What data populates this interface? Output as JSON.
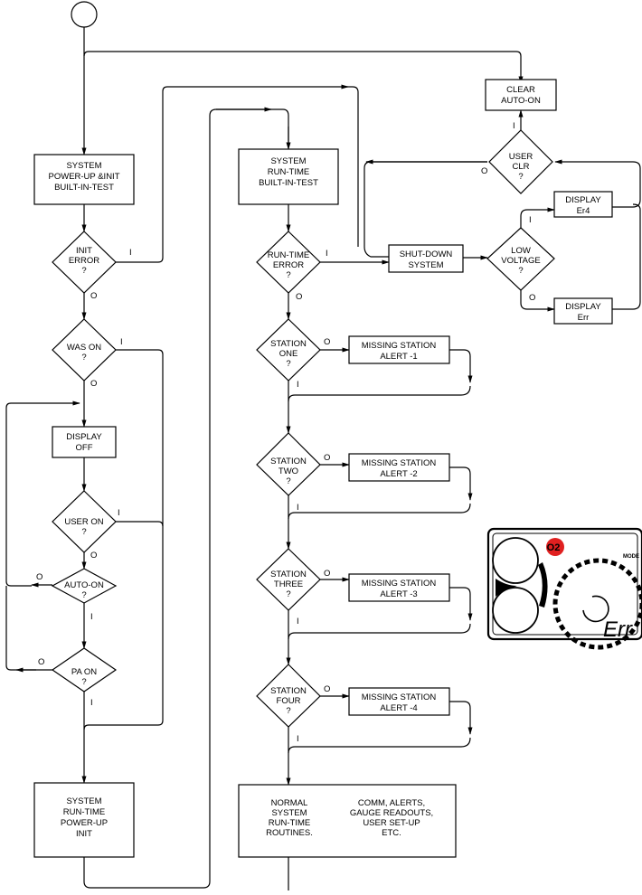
{
  "boxes": {
    "power_up": [
      "SYSTEM",
      "POWER-UP &INIT",
      "BUILT-IN-TEST"
    ],
    "runtime_bit": [
      "SYSTEM",
      "RUN-TIME",
      "BUILT-IN-TEST"
    ],
    "clear_auto_on": [
      "CLEAR",
      "AUTO-ON"
    ],
    "display_er4": [
      "DISPLAY",
      "Er4"
    ],
    "display_err": [
      "DISPLAY",
      "Err"
    ],
    "shut_down": [
      "SHUT-DOWN",
      "SYSTEM"
    ],
    "display_off": [
      "DISPLAY",
      "OFF"
    ],
    "runtime_powerup": [
      "SYSTEM",
      "RUN-TIME",
      "POWER-UP",
      "INIT"
    ],
    "missing_1": [
      "MISSING STATION",
      "ALERT -1"
    ],
    "missing_2": [
      "MISSING STATION",
      "ALERT -2"
    ],
    "missing_3": [
      "MISSING STATION",
      "ALERT -3"
    ],
    "missing_4": [
      "MISSING STATION",
      "ALERT -4"
    ],
    "normal_left": [
      "NORMAL",
      "SYSTEM",
      "RUN-TIME",
      "ROUTINES."
    ],
    "normal_right": [
      "COMM, ALERTS,",
      "GAUGE READOUTS,",
      "USER SET-UP",
      "ETC."
    ]
  },
  "decisions": {
    "init_error": [
      "INIT",
      "ERROR",
      "?"
    ],
    "was_on": [
      "WAS ON",
      "?"
    ],
    "user_on": [
      "USER ON",
      "?"
    ],
    "auto_on": [
      "AUTO-ON",
      "?"
    ],
    "pa_on": [
      "PA ON",
      "?"
    ],
    "runtime_error": [
      "RUN-TIME",
      "ERROR",
      "?"
    ],
    "user_clr": [
      "USER",
      "CLR",
      "?"
    ],
    "low_voltage": [
      "LOW",
      "VOLTAGE",
      "?"
    ],
    "station_one": [
      "STATION",
      "ONE",
      "?"
    ],
    "station_two": [
      "STATION",
      "TWO",
      "?"
    ],
    "station_three": [
      "STATION",
      "THREE",
      "?"
    ],
    "station_four": [
      "STATION",
      "FOUR",
      "?"
    ]
  },
  "branch_labels": {
    "yes": "I",
    "no": "O"
  },
  "gauge": {
    "o2_label": "O2",
    "mode_label": "MODE",
    "readout": "Err",
    "badge_color": "#e02020"
  }
}
